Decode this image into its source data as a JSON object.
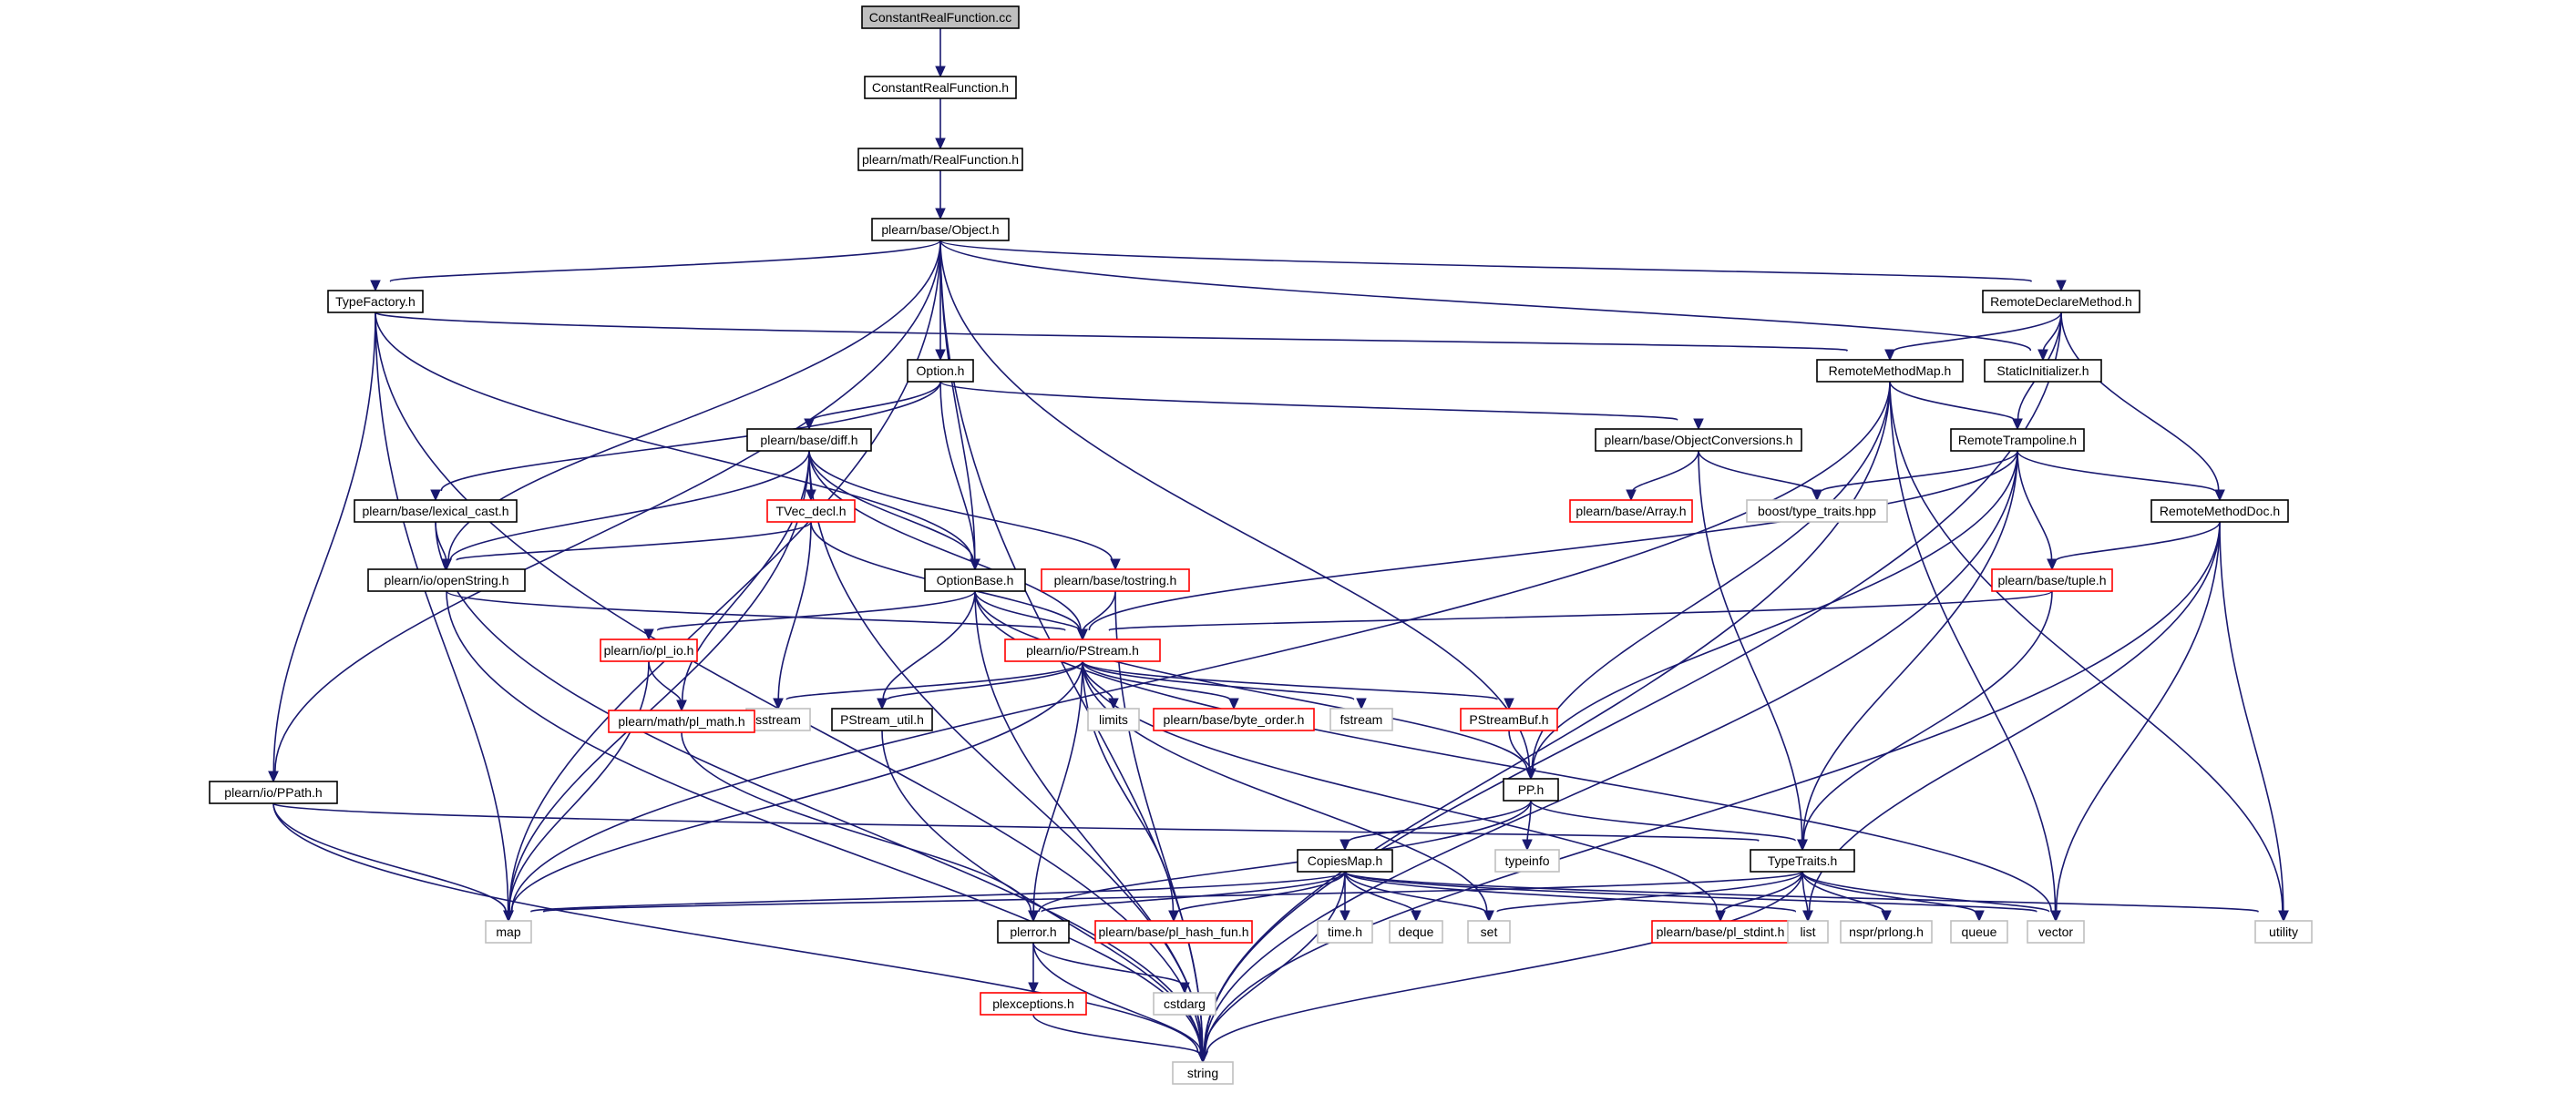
{
  "diagram": {
    "title": "ConstantRealFunction.cc",
    "colors": {
      "edge": "#191970",
      "black": "#000000",
      "red": "#ff0000",
      "gray": "#bfbfbf",
      "root_fill": "#bfbfbf"
    },
    "nodes": [
      {
        "id": "cc",
        "label": "ConstantRealFunction.cc",
        "style": "root"
      },
      {
        "id": "crf_h",
        "label": "ConstantRealFunction.h",
        "style": "black"
      },
      {
        "id": "realfunc",
        "label": "plearn/math/RealFunction.h",
        "style": "black"
      },
      {
        "id": "object",
        "label": "plearn/base/Object.h",
        "style": "black"
      },
      {
        "id": "typefactory",
        "label": "TypeFactory.h",
        "style": "black"
      },
      {
        "id": "remotedeclare",
        "label": "RemoteDeclareMethod.h",
        "style": "black"
      },
      {
        "id": "option",
        "label": "Option.h",
        "style": "black"
      },
      {
        "id": "remotemethodmap",
        "label": "RemoteMethodMap.h",
        "style": "black"
      },
      {
        "id": "staticinit",
        "label": "StaticInitializer.h",
        "style": "black"
      },
      {
        "id": "diff",
        "label": "plearn/base/diff.h",
        "style": "black"
      },
      {
        "id": "objconv",
        "label": "plearn/base/ObjectConversions.h",
        "style": "black"
      },
      {
        "id": "remotetramp",
        "label": "RemoteTrampoline.h",
        "style": "black"
      },
      {
        "id": "lexcast",
        "label": "plearn/base/lexical_cast.h",
        "style": "black"
      },
      {
        "id": "tvecdecl",
        "label": "TVec_decl.h",
        "style": "red"
      },
      {
        "id": "array",
        "label": "plearn/base/Array.h",
        "style": "red"
      },
      {
        "id": "boost",
        "label": "boost/type_traits.hpp",
        "style": "gray"
      },
      {
        "id": "remotemethoddoc",
        "label": "RemoteMethodDoc.h",
        "style": "black"
      },
      {
        "id": "openstring",
        "label": "plearn/io/openString.h",
        "style": "black"
      },
      {
        "id": "optionbase",
        "label": "OptionBase.h",
        "style": "black"
      },
      {
        "id": "tostring",
        "label": "plearn/base/tostring.h",
        "style": "red"
      },
      {
        "id": "tuple",
        "label": "plearn/base/tuple.h",
        "style": "red"
      },
      {
        "id": "plio",
        "label": "plearn/io/pl_io.h",
        "style": "red"
      },
      {
        "id": "pstream",
        "label": "plearn/io/PStream.h",
        "style": "red"
      },
      {
        "id": "sstream",
        "label": "sstream",
        "style": "gray"
      },
      {
        "id": "pstreamutil",
        "label": "PStream_util.h",
        "style": "black"
      },
      {
        "id": "limits",
        "label": "limits",
        "style": "gray"
      },
      {
        "id": "byteorder",
        "label": "plearn/base/byte_order.h",
        "style": "red"
      },
      {
        "id": "fstream",
        "label": "fstream",
        "style": "gray"
      },
      {
        "id": "pstreambuf",
        "label": "PStreamBuf.h",
        "style": "red"
      },
      {
        "id": "plmath",
        "label": "plearn/math/pl_math.h",
        "style": "red"
      },
      {
        "id": "ppath",
        "label": "plearn/io/PPath.h",
        "style": "black"
      },
      {
        "id": "pp",
        "label": "PP.h",
        "style": "black"
      },
      {
        "id": "typeinfo",
        "label": "typeinfo",
        "style": "gray"
      },
      {
        "id": "copiesmap",
        "label": "CopiesMap.h",
        "style": "black"
      },
      {
        "id": "typetraits",
        "label": "TypeTraits.h",
        "style": "black"
      },
      {
        "id": "map",
        "label": "map",
        "style": "gray"
      },
      {
        "id": "plerror",
        "label": "plerror.h",
        "style": "black"
      },
      {
        "id": "plhashfun",
        "label": "plearn/base/pl_hash_fun.h",
        "style": "red"
      },
      {
        "id": "timeh",
        "label": "time.h",
        "style": "gray"
      },
      {
        "id": "deque",
        "label": "deque",
        "style": "gray"
      },
      {
        "id": "set",
        "label": "set",
        "style": "gray"
      },
      {
        "id": "plstdint",
        "label": "plearn/base/pl_stdint.h",
        "style": "red"
      },
      {
        "id": "list",
        "label": "list",
        "style": "gray"
      },
      {
        "id": "nspr",
        "label": "nspr/prlong.h",
        "style": "gray"
      },
      {
        "id": "queue",
        "label": "queue",
        "style": "gray"
      },
      {
        "id": "vector",
        "label": "vector",
        "style": "gray"
      },
      {
        "id": "utility",
        "label": "utility",
        "style": "gray"
      },
      {
        "id": "cstdarg",
        "label": "cstdarg",
        "style": "gray"
      },
      {
        "id": "plexceptions",
        "label": "plexceptions.h",
        "style": "red"
      },
      {
        "id": "string",
        "label": "string",
        "style": "gray"
      }
    ],
    "edges": [
      [
        "cc",
        "crf_h"
      ],
      [
        "crf_h",
        "realfunc"
      ],
      [
        "realfunc",
        "object"
      ],
      [
        "object",
        "typefactory"
      ],
      [
        "object",
        "remotedeclare"
      ],
      [
        "object",
        "option"
      ],
      [
        "object",
        "staticinit"
      ],
      [
        "object",
        "pp"
      ],
      [
        "object",
        "map"
      ],
      [
        "object",
        "string"
      ],
      [
        "object",
        "ppath"
      ],
      [
        "object",
        "openstring"
      ],
      [
        "object",
        "optionbase"
      ],
      [
        "typefactory",
        "remotemethodmap"
      ],
      [
        "typefactory",
        "optionbase"
      ],
      [
        "typefactory",
        "map"
      ],
      [
        "typefactory",
        "ppath"
      ],
      [
        "typefactory",
        "string"
      ],
      [
        "remotedeclare",
        "remotemethodmap"
      ],
      [
        "remotedeclare",
        "staticinit"
      ],
      [
        "remotedeclare",
        "remotetramp"
      ],
      [
        "remotedeclare",
        "remotemethoddoc"
      ],
      [
        "remotedeclare",
        "string"
      ],
      [
        "option",
        "diff"
      ],
      [
        "option",
        "objconv"
      ],
      [
        "option",
        "optionbase"
      ],
      [
        "option",
        "lexcast"
      ],
      [
        "remotemethodmap",
        "remotetramp"
      ],
      [
        "remotemethodmap",
        "pp"
      ],
      [
        "remotemethodmap",
        "map"
      ],
      [
        "remotemethodmap",
        "vector"
      ],
      [
        "remotemethodmap",
        "utility"
      ],
      [
        "remotemethodmap",
        "string"
      ],
      [
        "diff",
        "tvecdecl"
      ],
      [
        "diff",
        "tostring"
      ],
      [
        "diff",
        "openstring"
      ],
      [
        "diff",
        "optionbase"
      ],
      [
        "diff",
        "pstream"
      ],
      [
        "diff",
        "plmath"
      ],
      [
        "diff",
        "map"
      ],
      [
        "diff",
        "string"
      ],
      [
        "objconv",
        "array"
      ],
      [
        "objconv",
        "boost"
      ],
      [
        "objconv",
        "typetraits"
      ],
      [
        "remotetramp",
        "boost"
      ],
      [
        "remotetramp",
        "remotemethoddoc"
      ],
      [
        "remotetramp",
        "tuple"
      ],
      [
        "remotetramp",
        "pstream"
      ],
      [
        "remotetramp",
        "pp"
      ],
      [
        "remotetramp",
        "typetraits"
      ],
      [
        "remotetramp",
        "string"
      ],
      [
        "lexcast",
        "openstring"
      ],
      [
        "lexcast",
        "string"
      ],
      [
        "tvecdecl",
        "openstring"
      ],
      [
        "tvecdecl",
        "pstream"
      ],
      [
        "tvecdecl",
        "sstream"
      ],
      [
        "remotemethoddoc",
        "tuple"
      ],
      [
        "remotemethoddoc",
        "list"
      ],
      [
        "remotemethoddoc",
        "vector"
      ],
      [
        "remotemethoddoc",
        "utility"
      ],
      [
        "remotemethoddoc",
        "string"
      ],
      [
        "openstring",
        "pstream"
      ],
      [
        "openstring",
        "string"
      ],
      [
        "optionbase",
        "pstream"
      ],
      [
        "optionbase",
        "plio"
      ],
      [
        "optionbase",
        "pstreamutil"
      ],
      [
        "optionbase",
        "pp"
      ],
      [
        "optionbase",
        "vector"
      ],
      [
        "optionbase",
        "string"
      ],
      [
        "tostring",
        "pstream"
      ],
      [
        "tostring",
        "string"
      ],
      [
        "tuple",
        "pstream"
      ],
      [
        "tuple",
        "typetraits"
      ],
      [
        "plio",
        "plmath"
      ],
      [
        "plio",
        "map"
      ],
      [
        "pstream",
        "sstream"
      ],
      [
        "pstream",
        "pstreamutil"
      ],
      [
        "pstream",
        "limits"
      ],
      [
        "pstream",
        "byteorder"
      ],
      [
        "pstream",
        "fstream"
      ],
      [
        "pstream",
        "pstreambuf"
      ],
      [
        "pstream",
        "map"
      ],
      [
        "pstream",
        "plerror"
      ],
      [
        "pstream",
        "plhashfun"
      ],
      [
        "pstream",
        "set"
      ],
      [
        "pstream",
        "plstdint"
      ],
      [
        "pstreamutil",
        "string"
      ],
      [
        "pstreambuf",
        "pp"
      ],
      [
        "plmath",
        "plerror"
      ],
      [
        "ppath",
        "typetraits"
      ],
      [
        "ppath",
        "map"
      ],
      [
        "ppath",
        "string"
      ],
      [
        "pp",
        "typeinfo"
      ],
      [
        "pp",
        "copiesmap"
      ],
      [
        "pp",
        "typetraits"
      ],
      [
        "pp",
        "plerror"
      ],
      [
        "copiesmap",
        "map"
      ],
      [
        "copiesmap",
        "plerror"
      ],
      [
        "copiesmap",
        "plhashfun"
      ],
      [
        "copiesmap",
        "timeh"
      ],
      [
        "copiesmap",
        "deque"
      ],
      [
        "copiesmap",
        "set"
      ],
      [
        "copiesmap",
        "list"
      ],
      [
        "copiesmap",
        "vector"
      ],
      [
        "copiesmap",
        "utility"
      ],
      [
        "copiesmap",
        "string"
      ],
      [
        "typetraits",
        "map"
      ],
      [
        "typetraits",
        "set"
      ],
      [
        "typetraits",
        "plstdint"
      ],
      [
        "typetraits",
        "list"
      ],
      [
        "typetraits",
        "nspr"
      ],
      [
        "typetraits",
        "queue"
      ],
      [
        "typetraits",
        "vector"
      ],
      [
        "typetraits",
        "string"
      ],
      [
        "plerror",
        "plexceptions"
      ],
      [
        "plerror",
        "cstdarg"
      ],
      [
        "plerror",
        "string"
      ],
      [
        "plexceptions",
        "string"
      ]
    ]
  }
}
